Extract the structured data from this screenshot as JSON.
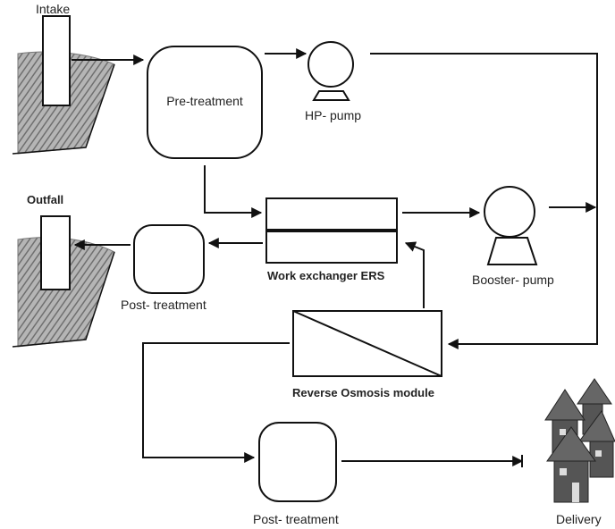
{
  "labels": {
    "intake": "Intake",
    "outfall": "Outfall",
    "pretreatment": "Pre-treatment",
    "hp_pump": "HP- pump",
    "work_exchanger": "Work exchanger ERS",
    "booster_pump": "Booster- pump",
    "post_treatment_outfall": "Post- treatment",
    "ro_module": "Reverse Osmosis module",
    "post_treatment_delivery": "Post- treatment",
    "delivery": "Delivery"
  },
  "colors": {
    "line": "#111111",
    "sea": "#8a8a8a",
    "house": "#555555"
  }
}
